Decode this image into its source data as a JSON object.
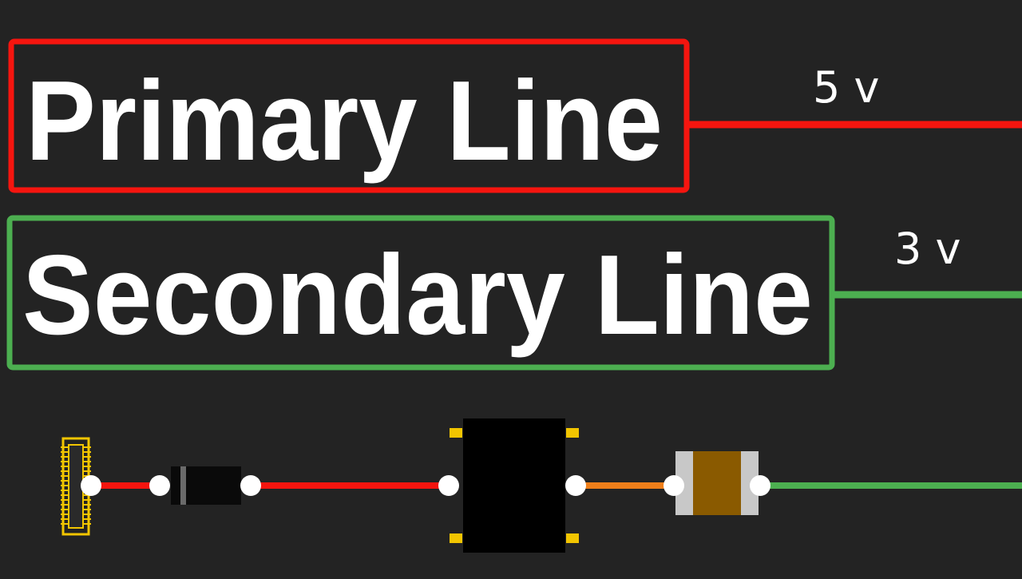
{
  "primary": {
    "title": "Primary Line",
    "voltage": "5 v",
    "color": "#f5150f"
  },
  "secondary": {
    "title": "Secondary Line",
    "voltage": "3 v",
    "color": "#4caf50"
  },
  "colors": {
    "background": "#232323",
    "orange_trace": "#ef7f1a",
    "pad_gold": "#f2c500",
    "ic_body": "#000000",
    "node": "#ffffff",
    "capacitor_body": "#8a5a00",
    "capacitor_end": "#c8c8c8"
  },
  "components": [
    {
      "name": "connector",
      "icon": "board-connector-icon"
    },
    {
      "name": "diode",
      "icon": "diode-icon"
    },
    {
      "name": "voltage-regulator",
      "icon": "ic-chip-icon"
    },
    {
      "name": "capacitor",
      "icon": "capacitor-icon"
    }
  ]
}
